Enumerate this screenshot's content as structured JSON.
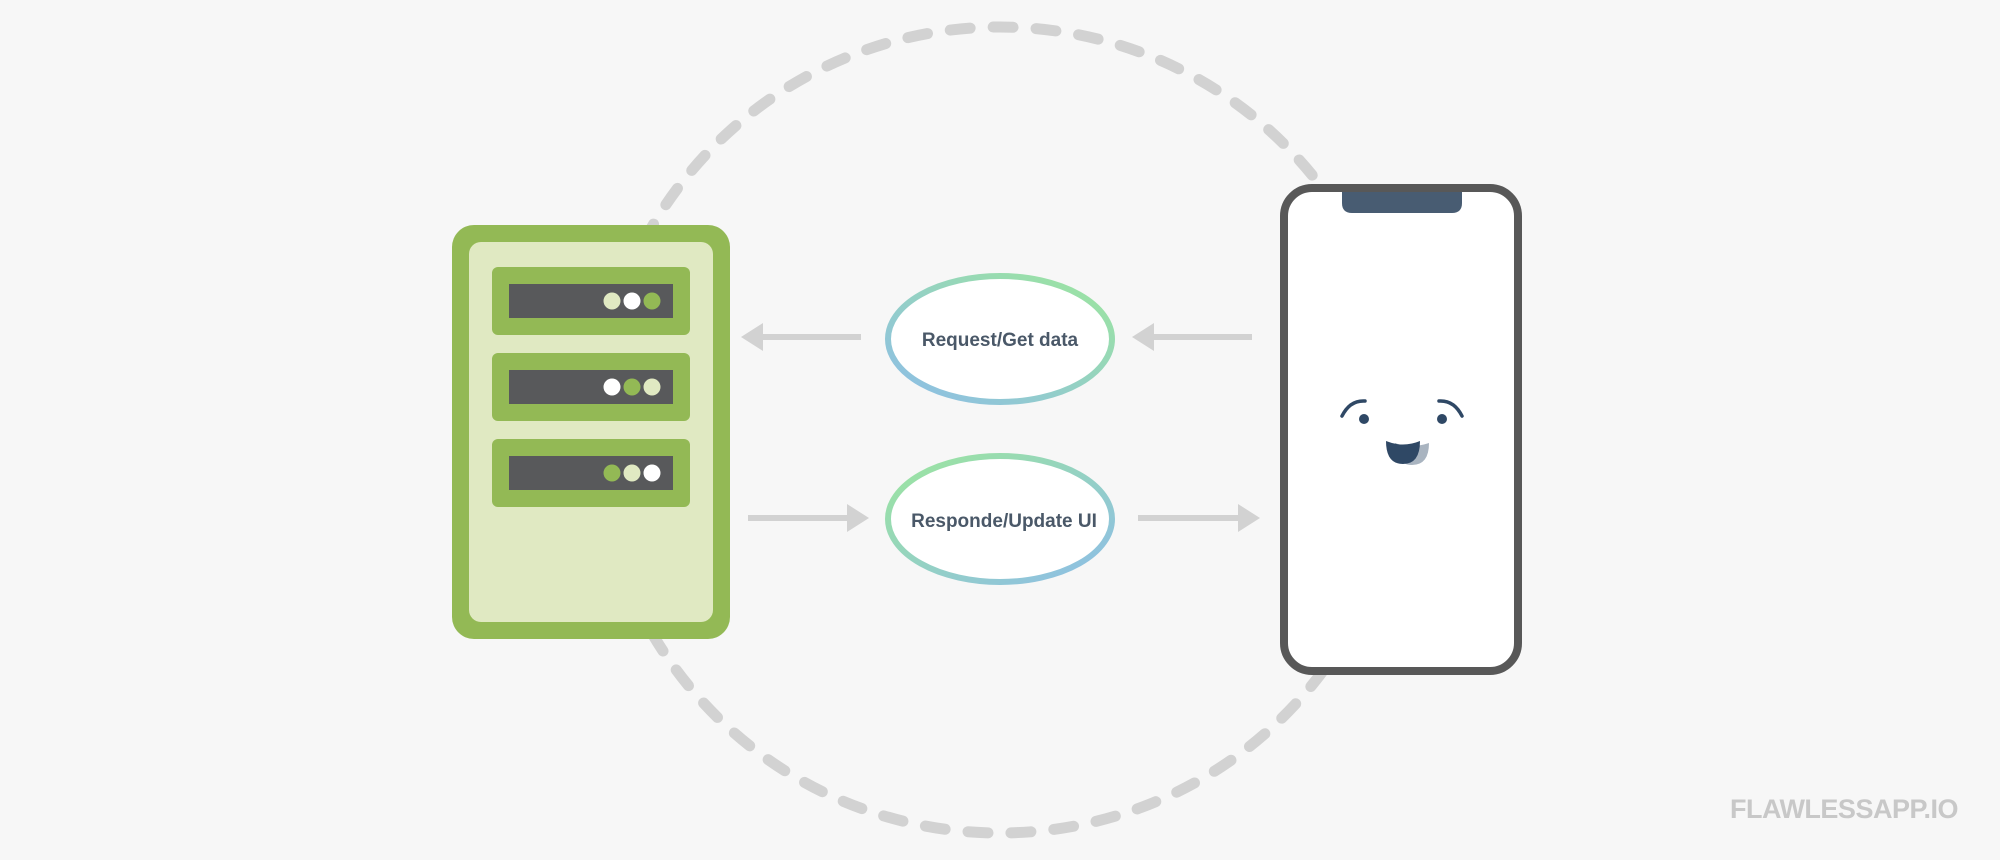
{
  "diagram": {
    "request_label": "Request/Get data",
    "response_label": "Responde/Update UI",
    "brand": "FLAWLESSAPP.IO"
  },
  "colors": {
    "background": "#f7f7f7",
    "server_frame": "#93b955",
    "server_body": "#e0e9c2",
    "server_slot": "#58595b",
    "phone_frame": "#585858",
    "phone_notch": "#485c72",
    "face": "#2f4865",
    "arrow": "#d2d2d2",
    "dashed_circle": "#d2d2d2",
    "ellipse_green": "#9ce69d",
    "ellipse_blue": "#8dbde8",
    "brand_text": "#c8c8c8"
  },
  "server": {
    "rack_lights": [
      [
        "pale",
        "white",
        "green"
      ],
      [
        "white",
        "green",
        "pale"
      ],
      [
        "green",
        "pale",
        "white"
      ]
    ]
  }
}
